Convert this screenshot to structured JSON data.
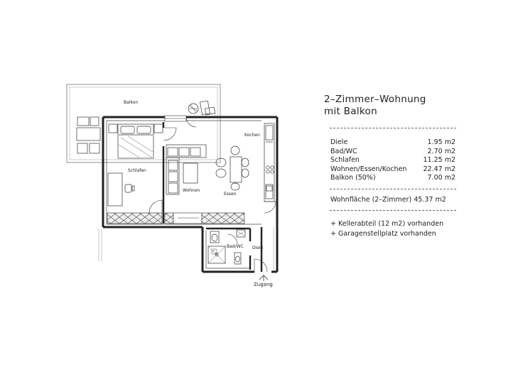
{
  "plan": {
    "rooms": {
      "balkon": "Balkon",
      "kochen": "Kochen",
      "schlafen": "Schlafen",
      "wohnen": "Wohnen",
      "essen": "Essen",
      "bad": "Bad/WC",
      "diele": "Diele"
    },
    "entrance": "Zugang"
  },
  "info": {
    "title_line1": "2–Zimmer–Wohnung",
    "title_line2": "mit Balkon",
    "areas": [
      {
        "name": "Diele",
        "value": "1.95 m2"
      },
      {
        "name": "Bad/WC",
        "value": "2.70 m2"
      },
      {
        "name": "Schlafen",
        "value": "11.25 m2"
      },
      {
        "name": "Wohnen/Essen/Kochen",
        "value": "22.47 m2"
      },
      {
        "name": "Balkon (50%)",
        "value": "7.00 m2"
      }
    ],
    "total": "Wohnfläche (2–Zimmer) 45.37 m2",
    "notes": [
      "+ Kellerabteil (12 m2) vorhanden",
      "+ Garagenstellplatz vorhanden"
    ]
  }
}
